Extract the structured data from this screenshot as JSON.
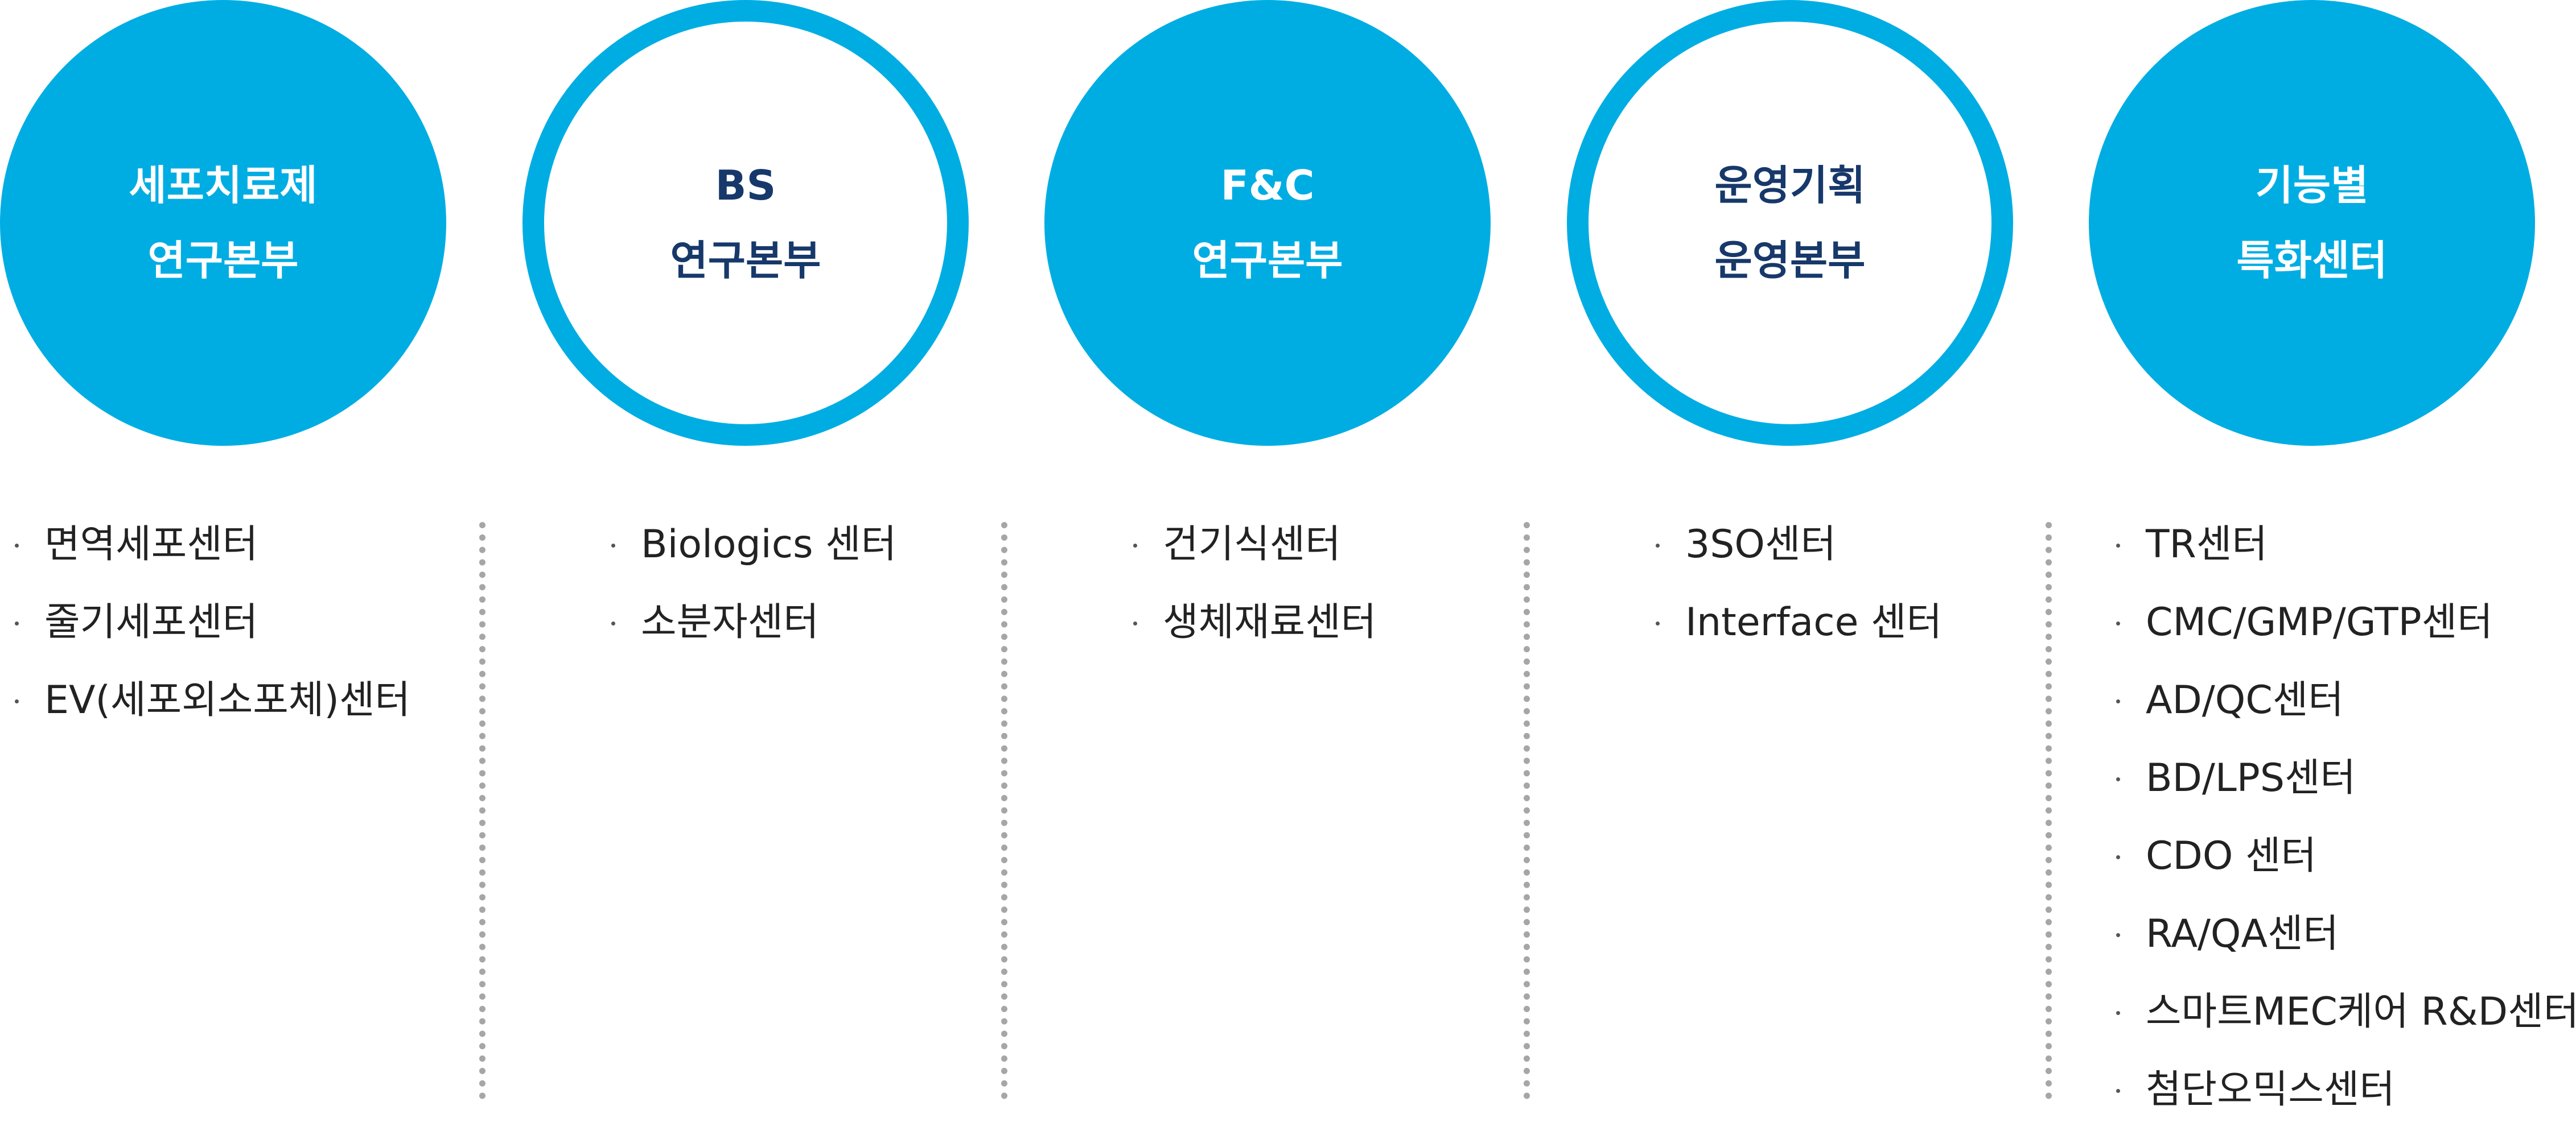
{
  "colors": {
    "accent": "#00ade3",
    "navy": "#17386a",
    "text": "#222222",
    "divider": "#a6a6a6"
  },
  "columns": [
    {
      "style": "filled",
      "title": [
        "세포치료제",
        "연구본부"
      ],
      "items": [
        "면역세포센터",
        "줄기세포센터",
        "EV(세포외소포체)센터"
      ]
    },
    {
      "style": "outline",
      "title": [
        "BS",
        "연구본부"
      ],
      "items": [
        "Biologics 센터",
        "소분자센터"
      ]
    },
    {
      "style": "filled",
      "title": [
        "F&C",
        "연구본부"
      ],
      "items": [
        "건기식센터",
        "생체재료센터"
      ]
    },
    {
      "style": "outline",
      "title": [
        "운영기획",
        "운영본부"
      ],
      "items": [
        "3SO센터",
        "Interface 센터"
      ]
    },
    {
      "style": "filled",
      "title": [
        "기능별",
        "특화센터"
      ],
      "items": [
        "TR센터",
        "CMC/GMP/GTP센터",
        "AD/QC센터",
        "BD/LPS센터",
        "CDO 센터",
        "RA/QA센터",
        "스마트MEC케어 R&D센터",
        "첨단오믹스센터"
      ]
    }
  ]
}
